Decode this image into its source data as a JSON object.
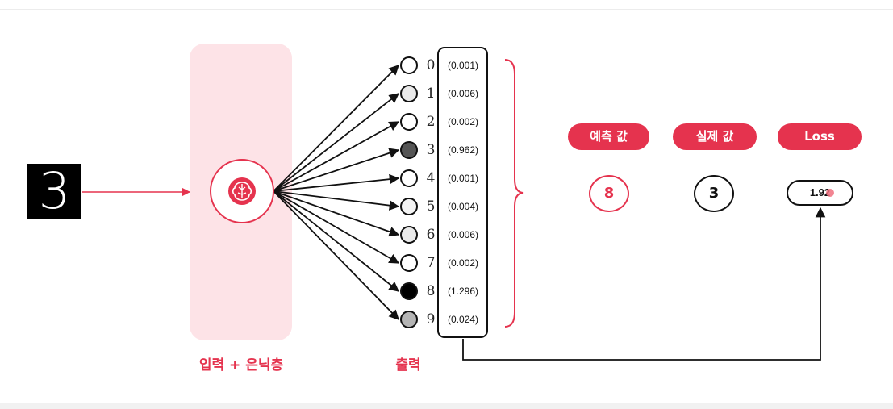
{
  "input": {
    "digit": "3"
  },
  "captions": {
    "hidden": "입력 + 은닉층",
    "output": "출력"
  },
  "outputs": [
    {
      "label": "0",
      "prob": "(0.001)",
      "fill": "#ffffff"
    },
    {
      "label": "1",
      "prob": "(0.006)",
      "fill": "#eaeaea"
    },
    {
      "label": "2",
      "prob": "(0.002)",
      "fill": "#ffffff"
    },
    {
      "label": "3",
      "prob": "(0.962)",
      "fill": "#555555"
    },
    {
      "label": "4",
      "prob": "(0.001)",
      "fill": "#ffffff"
    },
    {
      "label": "5",
      "prob": "(0.004)",
      "fill": "#f4f4f4"
    },
    {
      "label": "6",
      "prob": "(0.006)",
      "fill": "#eaeaea"
    },
    {
      "label": "7",
      "prob": "(0.002)",
      "fill": "#ffffff"
    },
    {
      "label": "8",
      "prob": "(1.296)",
      "fill": "#000000"
    },
    {
      "label": "9",
      "prob": "(0.024)",
      "fill": "#b5b5b5"
    }
  ],
  "results": {
    "predicted": {
      "label": "예측 값",
      "value": "8"
    },
    "actual": {
      "label": "실제 값",
      "value": "3"
    },
    "loss": {
      "label": "Loss",
      "value": "1.92"
    }
  },
  "colors": {
    "accent": "#e5334e",
    "panel": "#fde3e7",
    "line": "#111111"
  },
  "icons": {
    "brain": "brain-icon"
  }
}
